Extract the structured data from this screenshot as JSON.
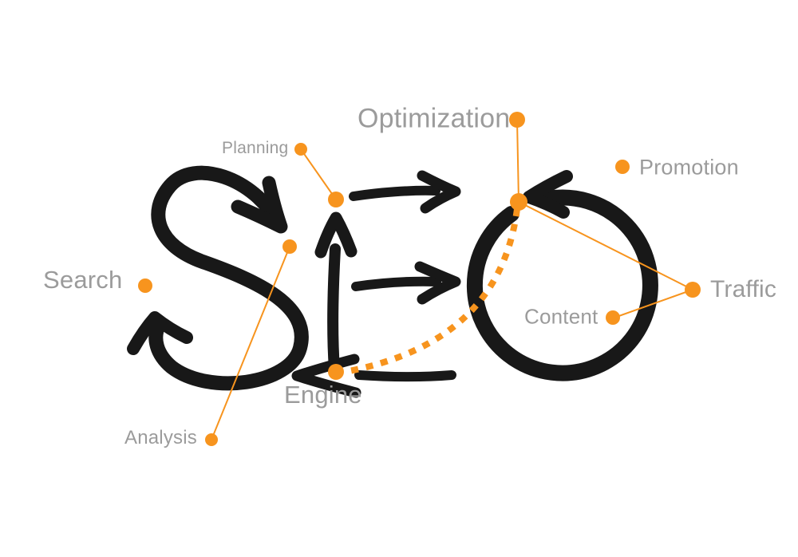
{
  "meta": {
    "title": "SEO hand-drawn concept diagram"
  },
  "colors": {
    "accent_orange": "#F7941E",
    "label_gray": "#9B9B9B",
    "ink_black": "#181818",
    "background": "#FFFFFF"
  },
  "word": {
    "letters": [
      "S",
      "E",
      "O"
    ]
  },
  "labels": [
    {
      "id": "optimization",
      "text": "Optimization"
    },
    {
      "id": "planning",
      "text": "Planning"
    },
    {
      "id": "promotion",
      "text": "Promotion"
    },
    {
      "id": "search",
      "text": "Search"
    },
    {
      "id": "traffic",
      "text": "Traffic"
    },
    {
      "id": "content",
      "text": "Content"
    },
    {
      "id": "engine",
      "text": "Engine"
    },
    {
      "id": "analysis",
      "text": "Analysis"
    }
  ],
  "connections": [
    {
      "from": "optimization",
      "to": "letter-o-top"
    },
    {
      "from": "letter-o-top",
      "to": "traffic"
    },
    {
      "from": "traffic",
      "to": "content"
    },
    {
      "from": "planning",
      "to": "letter-e-top"
    },
    {
      "from": "letter-s-mid",
      "to": "analysis"
    },
    {
      "from": "letter-o-top",
      "to": "engine",
      "style": "dotted-curve"
    }
  ]
}
